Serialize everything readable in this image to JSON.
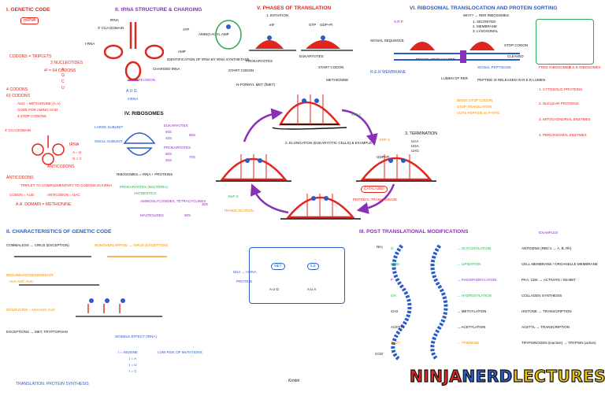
{
  "genetic_code": {
    "title": "I. GENETIC CODE",
    "mrna": "mRNA",
    "codons_triplets": "CODONS = TRIPLETS",
    "nucleotides": "3 NUCLEOTIDES",
    "bases": [
      "A",
      "G",
      "C",
      "U"
    ],
    "formula": "4³ = 64 CODONS",
    "three_codon_types": [
      "AUG – METHIONINE (A.A)",
      "CODE FOR AMINO ACID",
      "3 STOP CODONS"
    ],
    "sixty_one": "61 CODONS",
    "four_codons": "4 CODONS",
    "trna_label": "tRNA",
    "anticodons_label": "ANTICODONS",
    "cca": "3' CCA DOMAIN",
    "pairs": [
      "A = U",
      "G ≡ C"
    ],
    "anticodons_def": "ANTICODONS",
    "triplet_comp": "TRIPLET TO COMPLEMENTARY TO CODONS IN mRNA",
    "codon_aug": "CODON = AUG",
    "anticodon_uac": "ANTICODON = UAC",
    "aa_domain": "A.A. DOMAIN = METHIONINE"
  },
  "trna_structure": {
    "title": "II. tRNA STRUCTURE & CHARGING",
    "trna": "tRNA",
    "cca": "3' CCA DOMAIN",
    "amp": "AMP",
    "atp": "ATP",
    "aa_amp": "AMINO-ACYL AMP",
    "trna_aa": "t-RNA",
    "synthetase": "AMINO-ACYL tRNA SYNTHETASE",
    "identification": "IDENTIFICATION OF tRNA BY tRNA SYNTHETASE",
    "charged": "CHARGED tRNA",
    "anticodon": "ANTICODON",
    "aug": "A U G",
    "mrna": "mRNA"
  },
  "phases": {
    "title": "V. PHASES OF TRANSLATION",
    "initiation": "1. INITIATION",
    "eif": "eIF",
    "gtp": "GTP",
    "gdp": "GDP+Pi",
    "prokaryotes": "PROKARYOTES",
    "eukaryotes": "EUKARYOTES",
    "start_codon": "START CODON",
    "fmet": "N-FORMYL MET (fMET)",
    "methionine": "METHIONINE",
    "elongation": "2. ELONGATION (EUKARYOTIC CELLS) & EXAMPLE",
    "eef1": "EeF-1",
    "eef2": "EeF-2",
    "translocation": "TRANSLOCATION",
    "termination": "3. TERMINATION",
    "stop_codons": [
      "UAA",
      "UGA",
      "UAG"
    ],
    "gdp_pi": "GDP+Pi",
    "catalyzed": "CATALYZED",
    "peptidyl": "PEPTIDYL TRANSFERASE",
    "erf1": "ERF-1",
    "site_labels": [
      "E",
      "P",
      "A"
    ]
  },
  "ribosomal_translocation": {
    "title": "VI. RIBOSOMAL TRANSLOCATION AND PROTEIN SORTING",
    "why": "WHY? → RER RIBOSOMES",
    "reasons": [
      "1. SECRETED",
      "2. MEMBRANE",
      "3. LYSOSOMAL"
    ],
    "signal_sequence": "SIGNAL SEQUENCE",
    "srp": "S.R.P",
    "stop_codon": "STOP CODON",
    "translation_halted": "TRANSLATION HALTED",
    "rer_membrane": "R.E.R MEMBRANE",
    "signal_peptidase": "SIGNAL PEPTIDASE",
    "peptide_released": "PEPTIDE IS RELEASED IN R.E.R LUMEN",
    "lumen": "LUMEN OF RER",
    "binds_stop": "BINDS STOP CODON",
    "stop_translation": "STOP TRANSLATION",
    "cuts_peptide": "CUTS PEPTIDE IN P-SITE",
    "free_ribosomes": "FREE RIBOSOMES",
    "rer_ribosomes": "R.E.R RIBOSOMES",
    "free_list": [
      "1. CYTOSOLIC PROTEINS",
      "2. NUCLEAR PROTEINS",
      "3. MITOCHONDRIAL ENZYMES",
      "4. PEROXISOMAL ENZYMES"
    ],
    "cleaved": "CLEAVED"
  },
  "ribosomes": {
    "title": "IV. RIBOSOMES",
    "large": "LARGE SUBUNIT",
    "small": "SMALL SUBUNIT",
    "eukaryotes": "EUKARYOTES",
    "prokaryotes": "PROKARYOTES",
    "s60": "60S",
    "s80": "80S",
    "s40": "40S",
    "s50": "50S",
    "s70": "70S",
    "s30": "30S",
    "equation": "RIBOSOMES = rRNA + PROTEINS",
    "prok_bacteria": "PROKARYOTES (BACTERIA)",
    "antibiotics": "ANTIBIOTICS",
    "aminoglycosides": "AMINOGLYCOSIDES, TETRACYCLINES",
    "macrolides": "MACROLIDES",
    "s30b": "30S",
    "s50b": "50S"
  },
  "characteristics": {
    "title": "II. CHARACTERISTICS OF GENETIC CODE",
    "commaless": "COMMALESS → VIRUS (EXCEPTION)",
    "nonoverlapping": "NONOVERLAPPING → VIRUS (EXCEPTION)",
    "redundant": "REDUNDANT/DEGENERATE",
    "codons": "AUA AUC AUU",
    "isoleucine": "ISOLEUCINE – AUA AUC AUU",
    "exceptions": "EXCEPTIONS → MET, TRYPTOPHAN",
    "wobble": "WOBBLE EFFECT (tRNA)",
    "wobble_rules": [
      "I = INOSINE",
      "I = A",
      "I = U",
      "I = C"
    ],
    "wobble_note": "LOW RISK OF MUTATIONS",
    "caption": "TRANSLATION: PROTEIN SYNTHESIS"
  },
  "dna_box": {
    "dna_mrna": "DNA → mRNA",
    "protein": "PROTEIN",
    "met": "MET",
    "ile": "ILE",
    "codons1": "A U G",
    "codons2": "A U A"
  },
  "ptm": {
    "title": "III. POST TRANSLATIONAL MODIFICATIONS",
    "examples": "EXAMPLES",
    "mods": [
      {
        "group": "G",
        "label": "GLYCOSYLATION",
        "example": "ANTIGENS (RBC's → A, B, Rh)"
      },
      {
        "group": "LIPID",
        "label": "LIPIDATION",
        "example": "CELL MEMBRANE / ORGANELLE MEMBRANE"
      },
      {
        "group": "P",
        "label": "PHOSPHORYLATION",
        "example": "PKA, CDK → ACTIVATE / INHIBIT"
      },
      {
        "group": "OH",
        "label": "HYDROXYLATION",
        "example": "COLLAGEN SYNTHESIS"
      },
      {
        "group": "CH3",
        "label": "METHYLATION",
        "example": "HISTONE → TRANSCRIPTION"
      },
      {
        "group": "ACETYL",
        "label": "ACETYLATION",
        "example": "ACETYL → TRANSCRIPTION"
      },
      {
        "group": "\"CUT\"",
        "label": "TRIMMING",
        "example": "TRYPSINOGEN (inactive) → TRYPSIN (active)"
      }
    ],
    "nh2": "NH₂",
    "coo": "COO⁻"
  },
  "signature": "Kristin",
  "brand": {
    "ninja": "NINJA",
    "nerd": "NERD",
    "lectures": "LECTURES"
  },
  "colors": {
    "red": "#e0261e",
    "blue": "#2a5cc9",
    "purple": "#8a2fb8",
    "orange": "#f08a00",
    "green": "#2fa84f"
  }
}
